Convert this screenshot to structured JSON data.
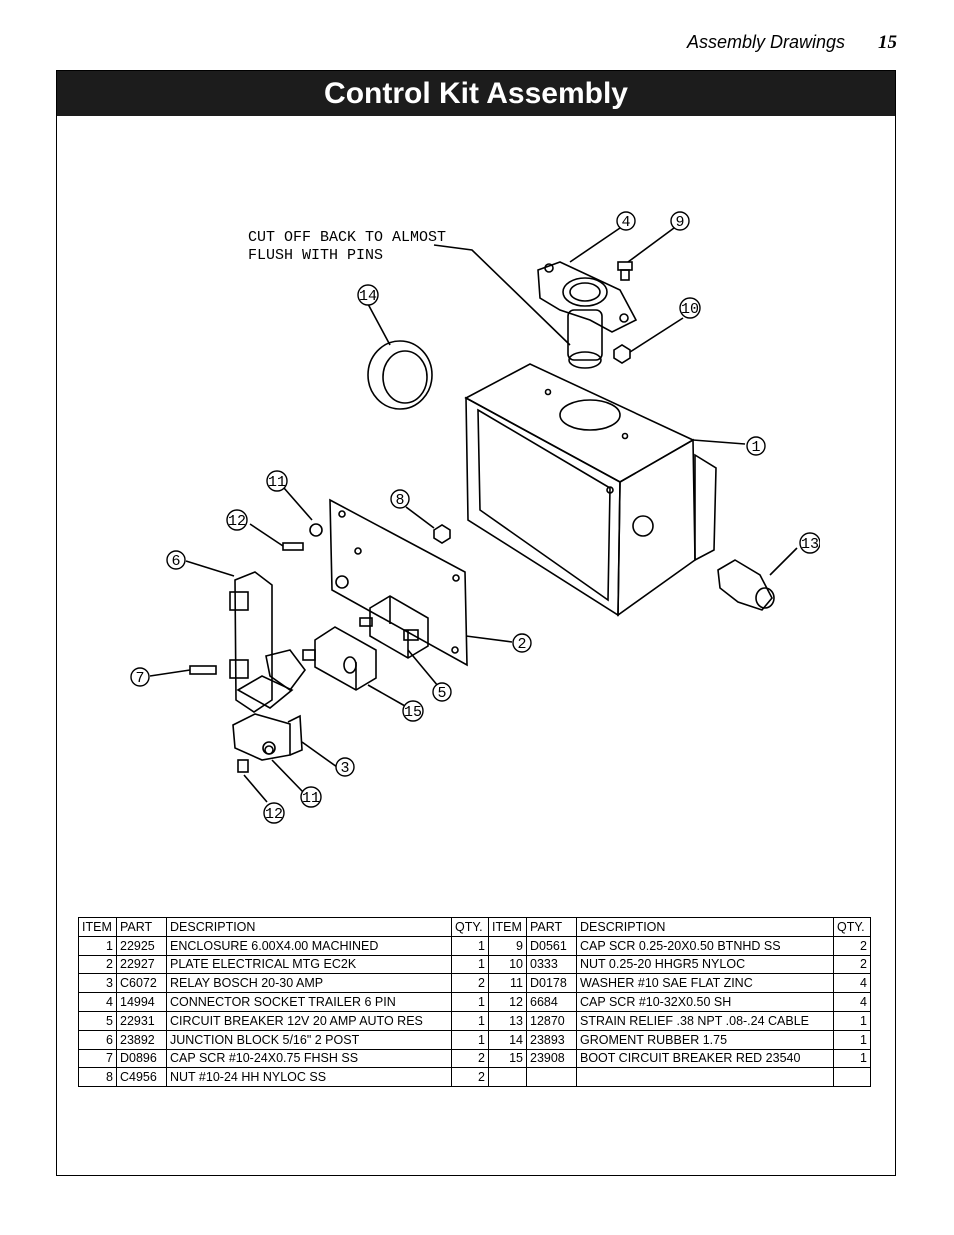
{
  "header": {
    "section": "Assembly Drawings",
    "page": "15"
  },
  "title": "Control Kit Assembly",
  "drawing": {
    "note_line1": "CUT OFF BACK TO ALMOST",
    "note_line2": "FLUSH WITH PINS",
    "callouts": [
      "1",
      "2",
      "3",
      "4",
      "5",
      "6",
      "7",
      "8",
      "9",
      "10",
      "11",
      "11",
      "12",
      "12",
      "13",
      "14",
      "15"
    ]
  },
  "table": {
    "headers": [
      "ITEM",
      "PART",
      "DESCRIPTION",
      "QTY.",
      "ITEM",
      "PART",
      "DESCRIPTION",
      "QTY."
    ],
    "rows": [
      [
        "1",
        "22925",
        "ENCLOSURE 6.00X4.00 MACHINED",
        "1",
        "9",
        "D0561",
        "CAP SCR 0.25-20X0.50 BTNHD SS",
        "2"
      ],
      [
        "2",
        "22927",
        "PLATE ELECTRICAL MTG EC2K",
        "1",
        "10",
        "0333",
        "NUT 0.25-20 HHGR5 NYLOC",
        "2"
      ],
      [
        "3",
        "C6072",
        "RELAY BOSCH 20-30 AMP",
        "2",
        "11",
        "D0178",
        "WASHER #10 SAE FLAT ZINC",
        "4"
      ],
      [
        "4",
        "14994",
        "CONNECTOR SOCKET TRAILER 6 PIN",
        "1",
        "12",
        "6684",
        "CAP SCR #10-32X0.50 SH",
        "4"
      ],
      [
        "5",
        "22931",
        "CIRCUIT BREAKER 12V 20 AMP AUTO RES",
        "1",
        "13",
        "12870",
        "STRAIN RELIEF .38 NPT .08-.24 CABLE",
        "1"
      ],
      [
        "6",
        "23892",
        "JUNCTION BLOCK 5/16\" 2 POST",
        "1",
        "14",
        "23893",
        "GROMENT RUBBER 1.75",
        "1"
      ],
      [
        "7",
        "D0896",
        "CAP SCR #10-24X0.75 FHSH SS",
        "2",
        "15",
        "23908",
        "BOOT CIRCUIT BREAKER RED 23540",
        "1"
      ],
      [
        "8",
        "C4956",
        "NUT #10-24 HH NYLOC SS",
        "2",
        "",
        "",
        "",
        ""
      ]
    ]
  }
}
